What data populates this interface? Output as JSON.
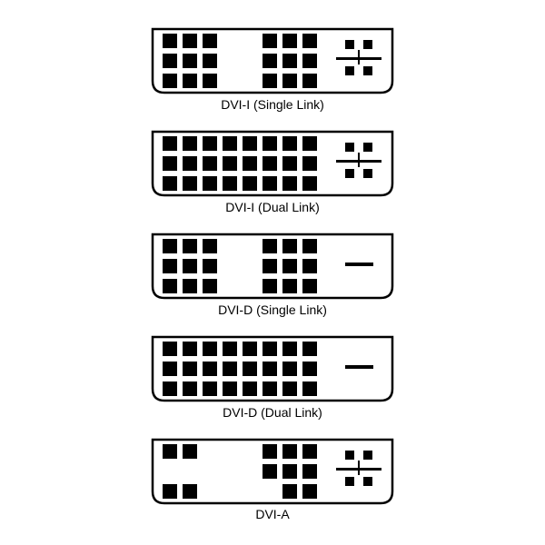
{
  "connectors": [
    {
      "label": "DVI-I (Single Link)",
      "pins": "single-link",
      "analog": "plus"
    },
    {
      "label": "DVI-I (Dual Link)",
      "pins": "dual-link",
      "analog": "plus"
    },
    {
      "label": "DVI-D (Single Link)",
      "pins": "single-link",
      "analog": "bar"
    },
    {
      "label": "DVI-D (Dual Link)",
      "pins": "dual-link",
      "analog": "bar"
    },
    {
      "label": "DVI-A",
      "pins": "analog-only",
      "analog": "plus"
    }
  ]
}
